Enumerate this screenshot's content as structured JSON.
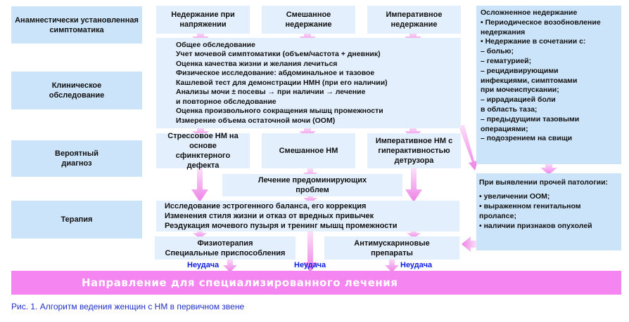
{
  "rows": {
    "anamnesis": "Анамнестически установленная симптоматика",
    "clinical": "Клиническое обследование",
    "diagnosis": "Вероятный диагноз",
    "therapy": "Терапия"
  },
  "types": {
    "stress": "Недержание при напряжении",
    "mixed": "Смешанное недержание",
    "urge": "Императивное недержание"
  },
  "exam": [
    "Общее обследование",
    "Учет мочевой симптоматики (объем/частота + дневник)",
    "Оценка качества жизни и желания лечиться",
    "Физическое исследование: абдоминальное и тазовое",
    "Кашлевой тест для демонстрации НМН (при его наличии)",
    "Анализы мочи ± посевы → при наличии → лечение",
    "и повторное обследование",
    "Оценка произвольного сокращения мышц промежности",
    "Измерение объема остаточной мочи (ООМ)"
  ],
  "complicated": {
    "title": "Осложненное недержание",
    "items": [
      "• Периодическое возобновление",
      "  недержания",
      "• Недержание в сочетании с:",
      "   – болью;",
      "   – гематурией;",
      "   – рецидивирующими",
      "     инфекциями, симптомами",
      "     при  мочеиспускании;",
      "   – иррадиацией боли",
      "     в область таза;",
      "   – предыдущими тазовыми",
      "     операциями;",
      "   – подозрением на свищи"
    ]
  },
  "diag": {
    "stress": "Стрессовое НМ на основе сфинктерного дефекта",
    "mixed": "Смешанное НМ",
    "urge": "Императивное НМ с гиперактивностью детрузора"
  },
  "predominant": "Лечение предоминирующих проблем",
  "therapy_items": [
    "Исследование эстрогенного баланса, его коррекция",
    "Изменения стиля жизни и отказ от вредных привычек",
    "Реэдукация мочевого пузыря и тренинг мышц промежности"
  ],
  "physio": [
    "Физиотерапия",
    "Специальные приспособления"
  ],
  "antimusc": "Антимускариновые препараты",
  "other": {
    "title": "При выявлении прочей патологии:",
    "items": [
      "• увеличении ООМ;",
      "• выраженном генитальном",
      "  пролапсе;",
      "• наличии признаков опухолей"
    ]
  },
  "failure": "Неудача",
  "referral": "Направление для специализированного лечения",
  "caption": "Рис. 1. Алгоритм ведения женщин с НМ в первичном звене",
  "colors": {
    "label": "#cce4fa",
    "box": "#e3effc",
    "arrow": "#f08ae8",
    "bar": "#f585f0",
    "caption": "#2030c8"
  }
}
